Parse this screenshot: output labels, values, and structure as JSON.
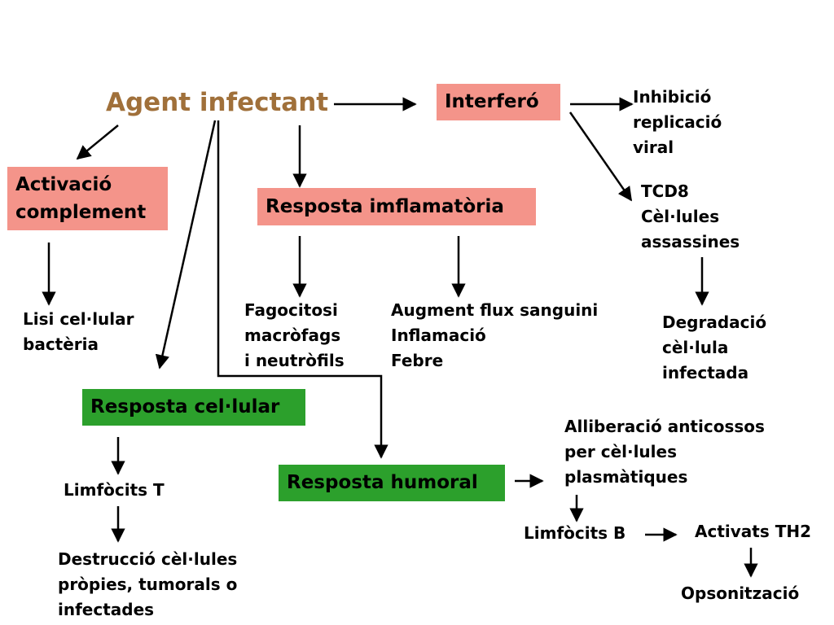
{
  "diagram": {
    "agent": "Agent infectant",
    "interferon": "Interferó",
    "interferon_effect": [
      "Inhibició",
      "replicació",
      "viral"
    ],
    "tcd8": [
      "TCD8",
      "Cèl·lules",
      "assassines"
    ],
    "degradation": [
      "Degradació",
      "cèl·lula",
      "infectada"
    ],
    "complement": [
      "Activació",
      "complement"
    ],
    "lysis": [
      "Lisi cel·lular",
      "bactèria"
    ],
    "inflammatory": "Resposta imflamatòria",
    "phagocytosis": [
      "Fagocitosi",
      "macròfags",
      "i neutròfils"
    ],
    "blood_flow": [
      "Augment flux sanguini",
      "Inflamació",
      "Febre"
    ],
    "cellular": "Resposta cel·lular",
    "t_lymphocytes": "Limfòcits T",
    "destruction": [
      "Destrucció cèl·lules",
      "pròpies, tumorals o",
      "infectades"
    ],
    "humoral": "Resposta humoral",
    "antibodies": [
      "Alliberació anticossos",
      "per cèl·lules",
      "plasmàtiques"
    ],
    "b_lymphocytes": "Limfòcits B",
    "th2": "Activats TH2",
    "opsonization": "Opsonització"
  },
  "colors": {
    "pink_box": "#f4948a",
    "green_box": "#2ca02c",
    "title_text": "#a0703a"
  }
}
